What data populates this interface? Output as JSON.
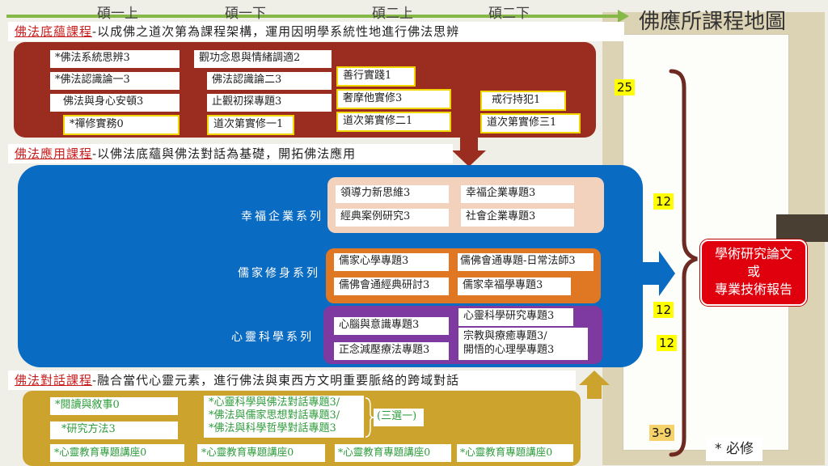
{
  "title": "佛應所課程地圖",
  "semesters": [
    "碩一上",
    "碩一下",
    "碩二上",
    "碩二下"
  ],
  "sections": {
    "foundation": {
      "highlight": "佛法底蘊課程",
      "description": "-以成佛之道次第為課程架構，運用因明學系統性地進行佛法思辨",
      "courses": [
        "*佛法系統思辨3",
        "*佛法認識論一3",
        "佛法與身心安頓3",
        "*禪修實務0",
        "觀功念恩與情緒調適2",
        "佛法認識論二3",
        "止觀初探專題3",
        "道次第實修一1",
        "善行實踐1",
        "奢摩他實修3",
        "道次第實修二1",
        "戒行持犯1",
        "道次第實修三1"
      ]
    },
    "application": {
      "highlight": "佛法應用課程",
      "description": "-以佛法底蘊與佛法對話為基礎，開拓佛法應用",
      "series": [
        {
          "label": "幸福企業系列",
          "courses": [
            "領導力新思維3",
            "幸福企業專題3",
            "經典案例研究3",
            "社會企業專題3"
          ]
        },
        {
          "label": "儒家修身系列",
          "courses": [
            "儒家心學專題3",
            "儒佛會通專題-日常法師3",
            "儒佛會通經典研討3",
            "儒家幸福學專題3"
          ]
        },
        {
          "label": "心靈科學系列",
          "courses": [
            "心靈科學研究專題3",
            "心腦與意識專題3",
            "宗教與療癒專題3/\n開悟的心理學專題3",
            "正念減壓療法專題3"
          ]
        }
      ]
    },
    "dialogue": {
      "highlight": "佛法對話課程",
      "description": "-融合當代心靈元素，進行佛法與東西方文明重要脈絡的跨域對話",
      "courses": [
        "*閱讀與敘事0",
        "*研究方法3"
      ],
      "elective": "*心靈科學與佛法對話專題3/\n*佛法與儒家思想對話專題3/\n*佛法與科學哲學對話專題3",
      "elective_note": "(三選一)",
      "lectures": [
        "*心靈教育專題講座0",
        "*心靈教育專題講座0",
        "*心靈教育專題講座0",
        "*心靈教育專題講座0"
      ]
    }
  },
  "credits": [
    "25",
    "12",
    "12",
    "12",
    "3-9"
  ],
  "outcome": "學術研究論文\n或\n專業技術報告",
  "note": "* 必修",
  "colors": {
    "foundation": "#9a2c20",
    "application": "#0a6bc2",
    "dialogue": "#cca32c",
    "outcome": "#e0000d",
    "timeline": "#86b848"
  }
}
